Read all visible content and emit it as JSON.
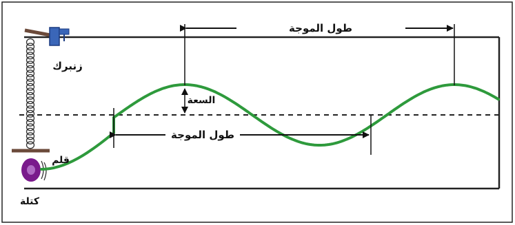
{
  "labels": {
    "wavelength_top": "طول الموجة",
    "wavelength_mid": "طول الموجة",
    "amplitude": "السعة",
    "spring": "زنبرك",
    "pen": "قلم",
    "mass": "كتلة"
  },
  "colors": {
    "wave": "#2e9a3c",
    "mass": "#7a1a8c",
    "clamp": "#3a66b8",
    "spring": "#333333",
    "pen": "#6b4a3a",
    "frame": "#222222"
  }
}
